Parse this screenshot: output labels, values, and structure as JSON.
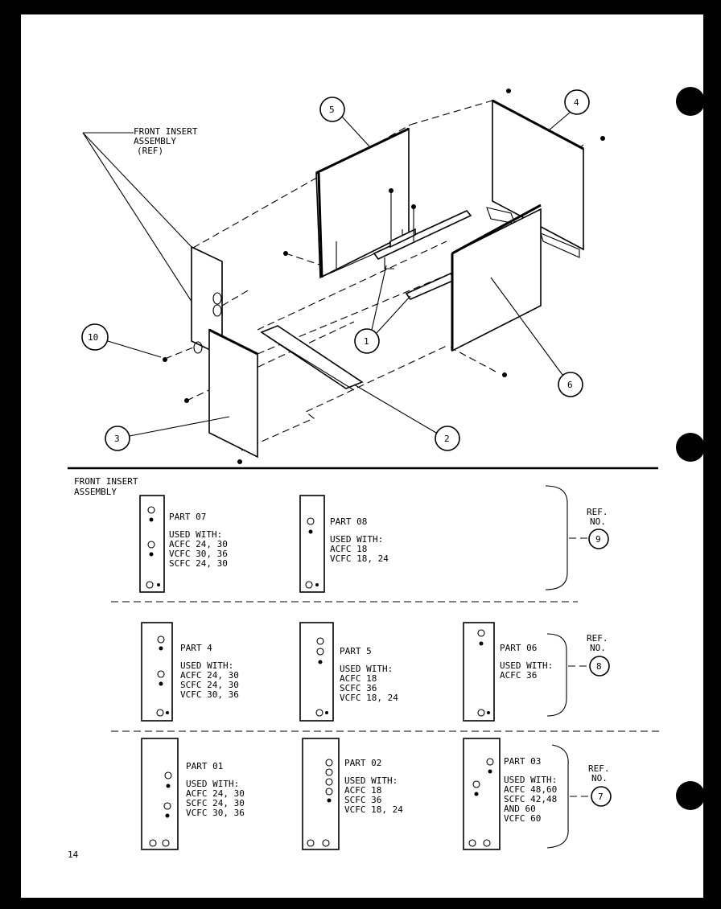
{
  "page_number": "14",
  "top_diagram": {
    "ref_label_lines": [
      "FRONT INSERT",
      "ASSEMBLY",
      "(REF)"
    ],
    "callouts": [
      "1",
      "2",
      "3",
      "4",
      "5",
      "6",
      "10"
    ]
  },
  "insert_section": {
    "title_lines": [
      "FRONT INSERT",
      "ASSEMBLY"
    ],
    "groups": [
      {
        "ref_label_lines": [
          "REF.",
          "NO."
        ],
        "ref_number": "9",
        "parts": [
          {
            "name": "PART 07",
            "used_with_label": "USED WITH:",
            "models": [
              "ACFC 24, 30",
              "VCFC 30, 36",
              "SCFC 24, 30"
            ]
          },
          {
            "name": "PART 08",
            "used_with_label": "USED WITH:",
            "models": [
              "ACFC 18",
              "VCFC 18, 24"
            ]
          }
        ]
      },
      {
        "ref_label_lines": [
          "REF.",
          "NO."
        ],
        "ref_number": "8",
        "parts": [
          {
            "name": "PART 4",
            "used_with_label": "USED WITH:",
            "models": [
              "ACFC 24, 30",
              "SCFC 24, 30",
              "VCFC 30, 36"
            ]
          },
          {
            "name": "PART 5",
            "used_with_label": "USED WITH:",
            "models": [
              "ACFC 18",
              "SCFC 36",
              "VCFC 18, 24"
            ]
          },
          {
            "name": "PART 06",
            "used_with_label": "USED WITH:",
            "models": [
              "ACFC 36"
            ]
          }
        ]
      },
      {
        "ref_label_lines": [
          "REF.",
          "NO."
        ],
        "ref_number": "7",
        "parts": [
          {
            "name": "PART 01",
            "used_with_label": "USED WITH:",
            "models": [
              "ACFC 24, 30",
              "SCFC 24, 30",
              "VCFC 30, 36"
            ]
          },
          {
            "name": "PART 02",
            "used_with_label": "USED WITH:",
            "models": [
              "ACFC 18",
              "SCFC 36",
              "VCFC 18, 24"
            ]
          },
          {
            "name": "PART 03",
            "used_with_label": "USED WITH:",
            "models": [
              "ACFC 48,60",
              "SCFC 42,48",
              "AND 60",
              "VCFC 60"
            ]
          }
        ]
      }
    ]
  }
}
